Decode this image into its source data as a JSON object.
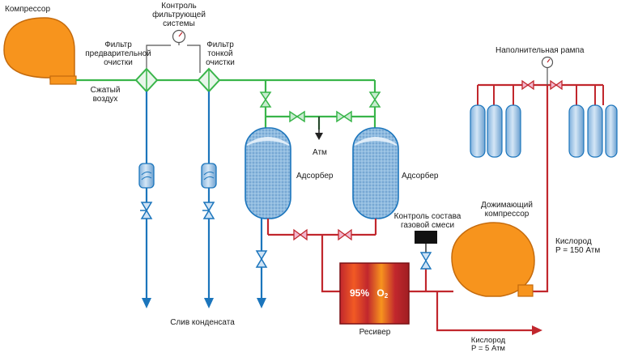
{
  "labels": {
    "compressor": "Компрессор",
    "control_filter": "Контроль\nфильтрующей\nсистемы",
    "prefilter": "Фильтр\nпредварительной\nочистки",
    "finefilter": "Фильтр\nтонкой\nочистки",
    "compressed_air": "Сжатый\nвоздух",
    "atm": "Атм",
    "adsorber_left": "Адсорбер",
    "adsorber_right": "Адсорбер",
    "fill_ramp": "Наполнительная рампа",
    "booster": "Дожимающий\nкомпрессор",
    "gas_control": "Контроль состава\nгазовой смеси",
    "oxygen_high": "Кислород\nP = 150 Атм",
    "oxygen_low": "Кислород\nP = 5 Атм",
    "receiver": "Ресивер",
    "condensate": "Слив конденсата",
    "o2_percent": "95%",
    "o2_symbol": "O",
    "o2_sub": "2"
  },
  "colors": {
    "compressor": "#f7941d",
    "pipe_blue": "#1b75bc",
    "pipe_green": "#39b54a",
    "pipe_red": "#c1272d",
    "valve_pink": "#d1689b",
    "cylinder": "#a8c8e8"
  }
}
